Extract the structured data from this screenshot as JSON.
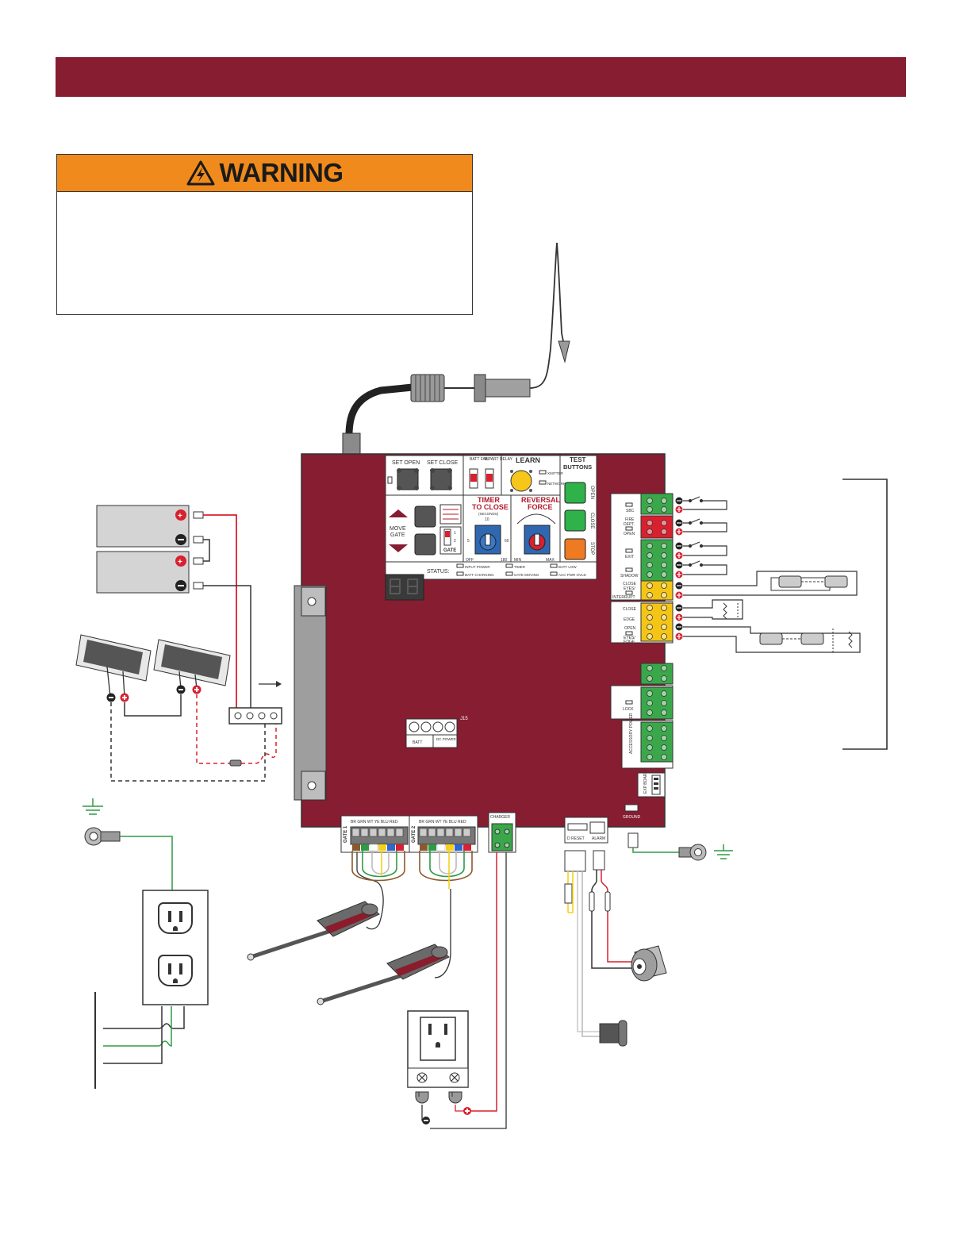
{
  "warning": {
    "title": "WARNING"
  },
  "board": {
    "set_open": "SET  OPEN",
    "set_close": "SET  CLOSE",
    "move_gate_1": "MOVE",
    "move_gate_2": "GATE",
    "batt_fail": "BATT FAIL",
    "bipart_delay": "BIPART DELAY",
    "learn": "LEARN",
    "xmitter": "XMITTER",
    "network": "NETWORK",
    "test_1": "TEST",
    "test_2": "BUTTONS",
    "open_side": "OPEN",
    "close_side": "CLOSE",
    "stop_side": "STOP",
    "timer_1": "TIMER",
    "timer_2": "TO CLOSE",
    "seconds": "(SECONDS)",
    "t10": "10",
    "t5": "5",
    "t60": "60",
    "toff": "OFF",
    "t180": "180",
    "reversal_1": "REVERSAL",
    "reversal_2": "FORCE",
    "min": "MIN",
    "max": "MAX",
    "gate": "GATE",
    "g1": "1",
    "g2": "2",
    "status": "STATUS:",
    "st_input": "INPUT POWER",
    "st_timer": "TIMER",
    "st_battlow": "BATT LOW",
    "st_charging": "BATT CHARGING",
    "st_moving": "GATE MOVING",
    "st_acc": "ACC PWR OVLD",
    "j15": "J15",
    "batt": "BATT",
    "dc_power": "DC POWER",
    "gate1": "GATE 1",
    "gate2": "GATE 2",
    "wires": "BR  GRN  WT  YE  BLU  RED",
    "charger": "CHARGER",
    "reset": "D  RESET",
    "alarm": "ALARM",
    "ground": "GROUND",
    "exp_board": "EXP BOARD",
    "sbc": "SBC",
    "fire_1": "FIRE",
    "fire_2": "DEPT.",
    "fire_3": "OPEN",
    "exit": "EXIT",
    "shadow": "SHADOW",
    "close_eyes_1": "CLOSE",
    "close_eyes_2": "EYES/",
    "close_eyes_3": "INTERRUPT",
    "close_edge_1": "CLOSE",
    "close_edge_2": "EDGE",
    "open_eyes_1": "OPEN",
    "open_eyes_2": "EYES/",
    "open_eyes_3": "EDGE",
    "lock": "LOCK",
    "accessory_power": "ACCESSORY POWER"
  },
  "colors": {
    "maroon": "#861d31",
    "orange": "#f08a1c",
    "terminal_green": "#3aa84a",
    "terminal_red": "#d8202f",
    "terminal_yellow": "#f4c515",
    "button_green": "#2fb24a",
    "button_orange": "#ee7a22",
    "learn_yellow": "#f6c61a",
    "wire_red": "#d8202f",
    "wire_green": "#2e9b45"
  }
}
